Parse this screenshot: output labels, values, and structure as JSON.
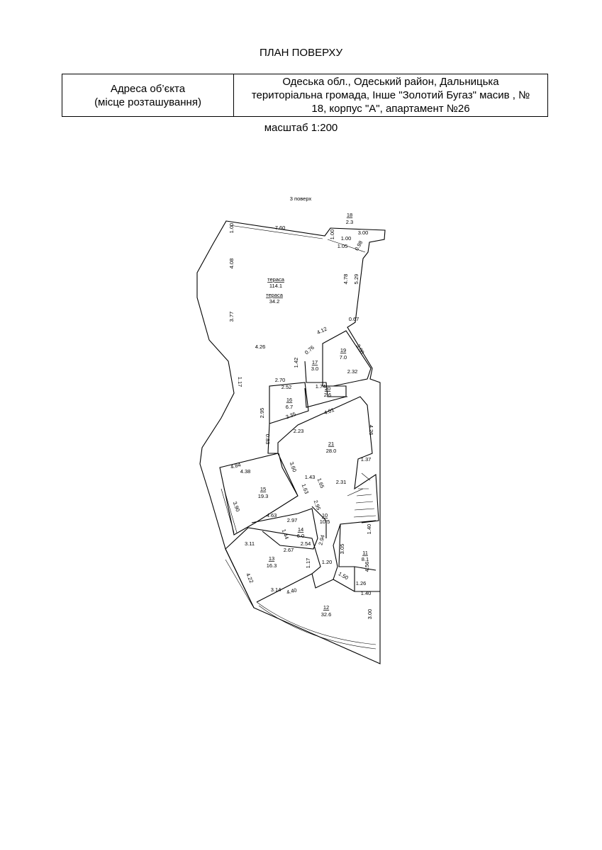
{
  "page_title": "ПЛАН ПОВЕРХУ",
  "address": {
    "label_line1": "Адреса об’єкта",
    "label_line2": "(місце розташування)",
    "value_line1": "Одеська обл., Одеський район, Дальницька",
    "value_line2": "територіальна громада, Інше \"Золотий Бугаз\" масив , №",
    "value_line3": "18, корпус \"А\", апартамент №26"
  },
  "scale_label": "масштаб 1:200",
  "floor_label": "3 поверх",
  "rooms": [
    {
      "num": "тераса",
      "area": "114.1"
    },
    {
      "num": "тераса",
      "area": "34.2"
    },
    {
      "num": "10",
      "area": "10.5"
    },
    {
      "num": "11",
      "area": "8.1"
    },
    {
      "num": "12",
      "area": "32.6"
    },
    {
      "num": "13",
      "area": "16.3"
    },
    {
      "num": "14",
      "area": "6.0"
    },
    {
      "num": "15",
      "area": "19.3"
    },
    {
      "num": "16",
      "area": "6.7"
    },
    {
      "num": "17",
      "area": "3.0"
    },
    {
      "num": "18",
      "area": "2.3"
    },
    {
      "num": "19",
      "area": "7.0"
    },
    {
      "num": "20",
      "area": "2.6"
    },
    {
      "num": "21",
      "area": "28.0"
    }
  ],
  "dimensions": [
    "1.00",
    "7.60",
    "4.08",
    "3.77",
    "4.26",
    "1.17",
    "1.00",
    "3.00",
    "1.00",
    "1.05",
    "0.98",
    "4.78",
    "5.29",
    "0.67",
    "4.12",
    "0.76",
    "3.00",
    "1.42",
    "2.32",
    "2.70",
    "2.52",
    "1.74",
    "2.95",
    "3.35",
    "4.01",
    "0.83",
    "2.23",
    "4.26",
    "4.84",
    "4.38",
    "3.60",
    "1.37",
    "1.43",
    "1.65",
    "1.63",
    "2.31",
    "3.90",
    "4.63",
    "2.95",
    "2.97",
    "1.44",
    "1.40",
    "3.11",
    "2.67",
    "2.54",
    "2.94",
    "3.05",
    "1.20",
    "1.17",
    "4.56",
    "4.22",
    "1.50",
    "1.26",
    "3.14",
    "4.40",
    "1.40",
    "3.00"
  ]
}
